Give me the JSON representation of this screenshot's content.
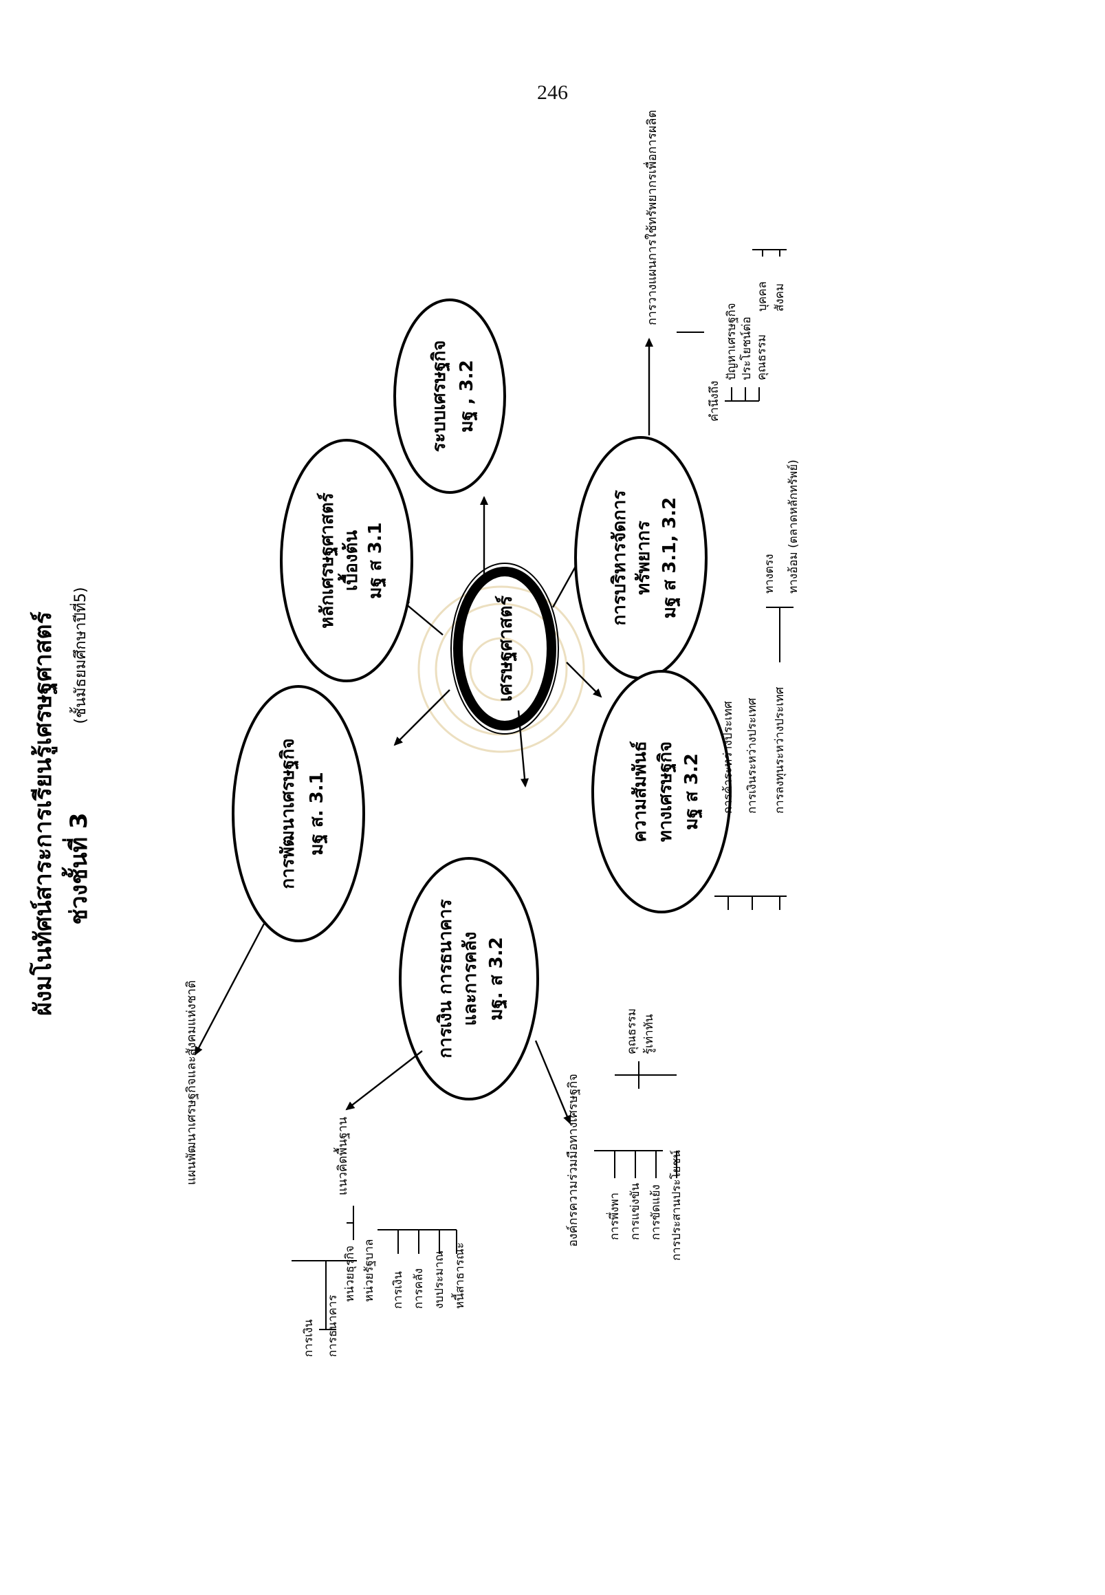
{
  "page_number": "246",
  "title": {
    "line1": "ผังมโนทัศน์สาระการเรียนรู้เศรษฐศาสตร์",
    "line2": "ช่วงชั้นที่  3",
    "line2_note": "(ชั้นมัธยมศึกษาปีที่5)"
  },
  "center": {
    "label": "เศรษฐศาสตร์"
  },
  "nodes": {
    "development": {
      "line1": "การพัฒนาเศรษฐกิจ",
      "line2": "มฐ ส. 3.1"
    },
    "principles": {
      "line1": "หลักเศรษฐศาสตร์",
      "line2": "เบื้องต้น",
      "line3": "มฐ ส 3.1"
    },
    "system": {
      "line1": "ระบบเศรษฐกิจ",
      "line2": "มฐ , 3.2"
    },
    "resources": {
      "line1": "การบริหารจัดการ",
      "line2": "ทรัพยากร",
      "line3": "มฐ ส 3.1, 3.2"
    },
    "relations": {
      "line1": "ความสัมพันธ์",
      "line2": "ทางเศรษฐกิจ",
      "line3": "มฐ ส 3.2"
    },
    "finance": {
      "line1": "การเงิน การธนาคาร",
      "line2": "และการคลัง",
      "line3": "มฐ. ส 3.2"
    }
  },
  "leaves": {
    "national_plan": "แผนพัฒนาเศรษฐกิจและสังคมแห่งชาติ",
    "basic_concepts": "แนวคิดพื้นฐาน",
    "private_units": "หน่วยธุรกิจ",
    "money": "การเงิน",
    "banking": "การธนาคาร",
    "government_units": "หน่วยรัฐบาล",
    "gov_finance": "การเงิน",
    "fiscal": "การคลัง",
    "budget": "งบประมาณ",
    "public_debt": "หนี้สาธารณะ",
    "cooperation_orgs": "องค์กรความร่วมมือทางเศรษฐกิจ",
    "dependence": "การพึ่งพา",
    "competition": "การแข่งขัน",
    "conflict": "การขัดแย้ง",
    "mutual_benefit": "การประสานประโยชน์",
    "morality": "คุณธรรม",
    "awareness": "รู้เท่าทัน",
    "trade": "การค้าระหว่างประเทศ",
    "intl_finance": "การเงินระหว่างประเทศ",
    "investment": "การลงทุนระหว่างประเทศ",
    "direct": "ทางตรง",
    "indirect": "ทางอ้อม (ตลาดหลักทรัพย์)",
    "production_planning": "การวางแผนการใช้ทรัพยากรเพื่อการผลิต",
    "consider": "คำนึงถึง",
    "economic_problems": "ปัญหาเศรษฐกิจ",
    "benefit": "ประโยชน์ต่อ",
    "ethics": "คุณธรรม",
    "individual": "บุคคล",
    "society": "สังคม"
  }
}
